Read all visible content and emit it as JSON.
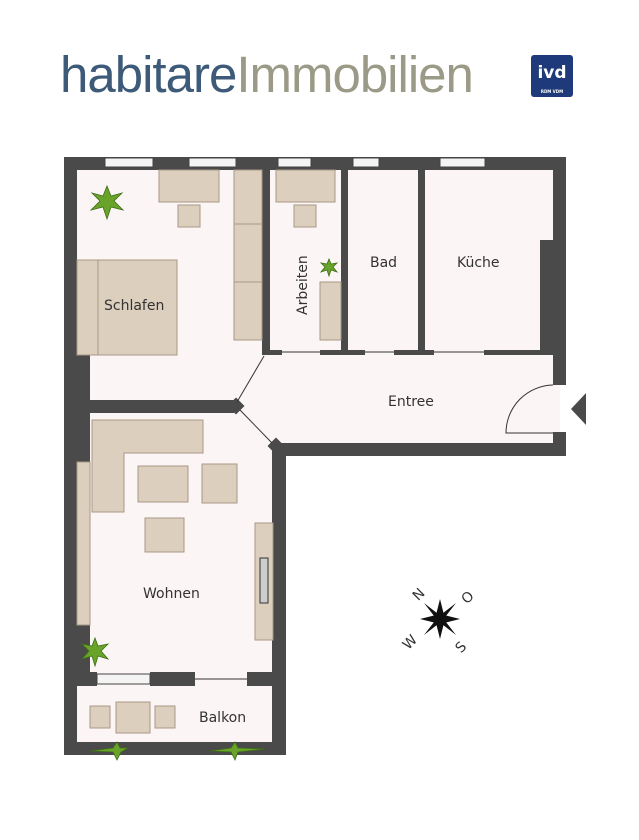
{
  "logo": {
    "part1": "habitare",
    "part2": "Immobilien",
    "badge": "ivd",
    "badge_sub": "RDM VDM"
  },
  "rooms": {
    "schlafen": "Schlafen",
    "arbeiten": "Arbeiten",
    "bad": "Bad",
    "kueche": "Küche",
    "entree": "Entree",
    "wohnen": "Wohnen",
    "balkon": "Balkon"
  },
  "compass": {
    "n": "N",
    "o": "O",
    "s": "S",
    "w": "W"
  },
  "colors": {
    "walls": "#4a4a4a",
    "floor": "#fcf5f5",
    "furniture": "#dccfbe",
    "logo_primary": "#3d5a78",
    "logo_secondary": "#9a9a86",
    "badge": "#1f3a7a"
  }
}
